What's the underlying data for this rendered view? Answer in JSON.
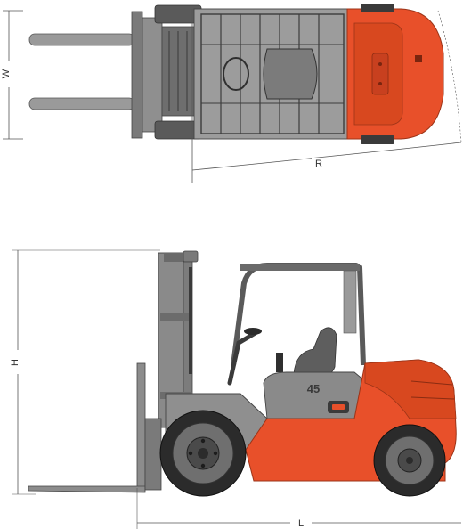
{
  "dimensions": {
    "width": "W",
    "turning_radius": "R",
    "height": "H",
    "length": "L"
  },
  "truck": {
    "model_badge": "45"
  },
  "colors": {
    "body_orange": "#e8502a",
    "body_orange_dark": "#c8401f",
    "mast_grey": "#8a8a8a",
    "dark_grey": "#555555",
    "tire_black": "#2b2b2b",
    "line": "#555555"
  }
}
